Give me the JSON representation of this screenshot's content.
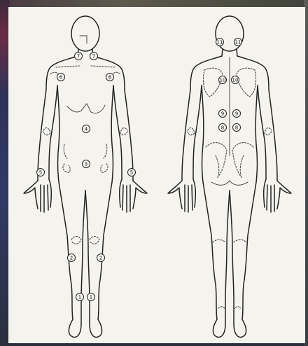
{
  "points": [
    {
      "id": "front-neck-left",
      "label": "7"
    },
    {
      "id": "front-neck-right",
      "label": "7"
    },
    {
      "id": "front-shoulder-left",
      "label": "6"
    },
    {
      "id": "front-shoulder-right",
      "label": "6"
    },
    {
      "id": "front-chest-center",
      "label": "4"
    },
    {
      "id": "front-abdomen-center",
      "label": "3"
    },
    {
      "id": "front-wrist-left",
      "label": "5"
    },
    {
      "id": "front-wrist-right",
      "label": "5"
    },
    {
      "id": "front-knee-left",
      "label": "2"
    },
    {
      "id": "front-knee-right",
      "label": "2"
    },
    {
      "id": "front-shin-left",
      "label": "1"
    },
    {
      "id": "front-shin-right",
      "label": "1"
    },
    {
      "id": "back-neck-left",
      "label": "11"
    },
    {
      "id": "back-neck-right",
      "label": "11"
    },
    {
      "id": "back-upper-left",
      "label": "10"
    },
    {
      "id": "back-upper-right",
      "label": "10"
    },
    {
      "id": "back-mid-left",
      "label": "9"
    },
    {
      "id": "back-mid-right",
      "label": "9"
    },
    {
      "id": "back-low-left",
      "label": "8"
    },
    {
      "id": "back-low-right",
      "label": "8"
    }
  ],
  "colors": {
    "ink": "#222222",
    "paper": "#f4f3ee",
    "frame": "#2a2f3d"
  }
}
